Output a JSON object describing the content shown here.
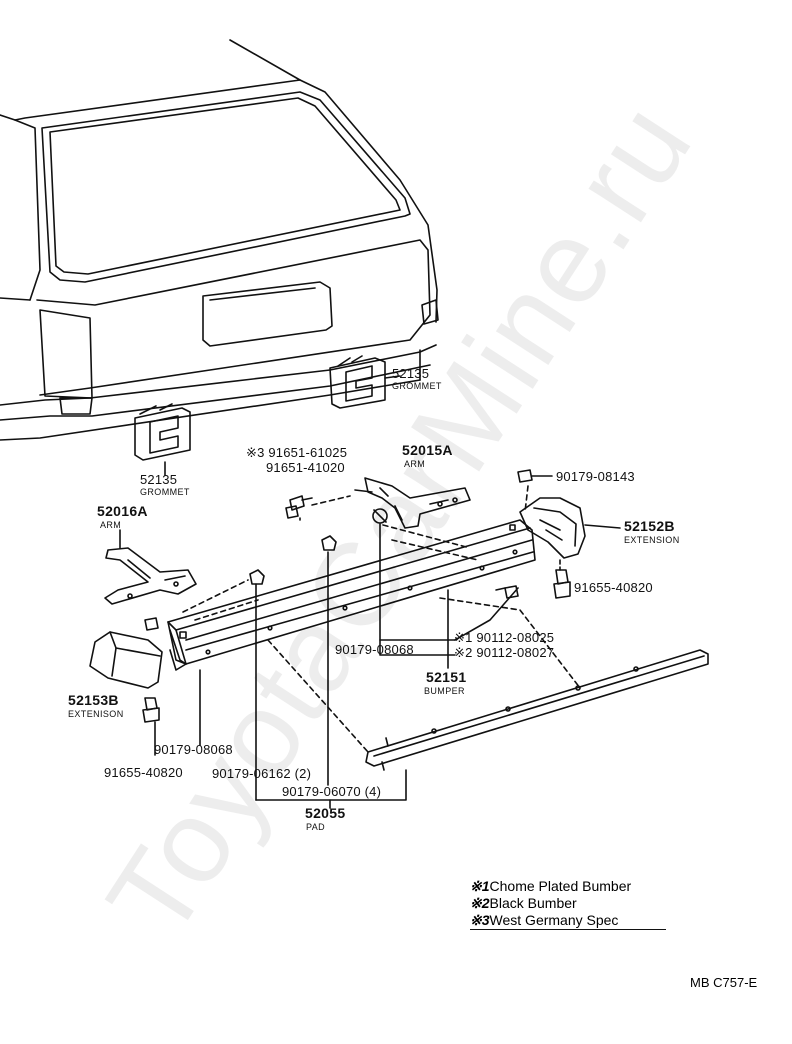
{
  "watermark": "ToyotaCarMine.ru",
  "drawing_ref": "MB C757-E",
  "labels": {
    "grommet_right_num": "52135",
    "grommet_right_name": "GROMMET",
    "grommet_left_num": "52135",
    "grommet_left_name": "GROMMET",
    "bolt_marked": "※3 91651-61025",
    "bolt_plain": "91651-41020",
    "arm_right_num": "52015A",
    "arm_right_name": "ARM",
    "arm_left_num": "52016A",
    "arm_left_name": "ARM",
    "nut_top": "90179-08143",
    "ext_right_num": "52152B",
    "ext_right_name": "EXTENSION",
    "bolt_right": "91655-40820",
    "nut_center": "90179-08068",
    "bumper_opt1": "※1 90112-08025",
    "bumper_opt2": "※2 90112-08027",
    "bumper_num": "52151",
    "bumper_name": "BUMPER",
    "ext_left_num": "52153B",
    "ext_left_name": "EXTENISON",
    "nut_left": "90179-08068",
    "bolt_left": "91655-40820",
    "clip_a": "90179-06162 (2)",
    "clip_b": "90179-06070 (4)",
    "pad_num": "52055",
    "pad_name": "PAD"
  },
  "legend": [
    {
      "mark": "※1",
      "text": "Chome Plated Bumber"
    },
    {
      "mark": "※2",
      "text": "Black Bumber"
    },
    {
      "mark": "※3",
      "text": "West Germany Spec"
    }
  ]
}
